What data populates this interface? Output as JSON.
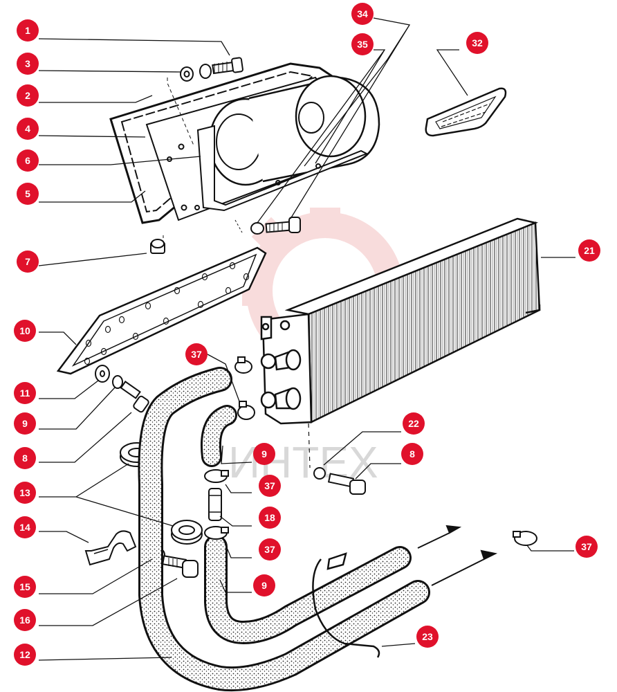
{
  "watermark": {
    "text": "ИНТЕХ",
    "color": "#d9d9d9",
    "gear_color": "#f3c8c8"
  },
  "callout_color": "#e0112b",
  "callouts": [
    {
      "id": "c1",
      "label": "1"
    },
    {
      "id": "c3",
      "label": "3"
    },
    {
      "id": "c2",
      "label": "2"
    },
    {
      "id": "c4",
      "label": "4"
    },
    {
      "id": "c6",
      "label": "6"
    },
    {
      "id": "c5",
      "label": "5"
    },
    {
      "id": "c7",
      "label": "7"
    },
    {
      "id": "c10",
      "label": "10"
    },
    {
      "id": "c11",
      "label": "11"
    },
    {
      "id": "c9a",
      "label": "9"
    },
    {
      "id": "c8a",
      "label": "8"
    },
    {
      "id": "c13",
      "label": "13"
    },
    {
      "id": "c14",
      "label": "14"
    },
    {
      "id": "c15",
      "label": "15"
    },
    {
      "id": "c16",
      "label": "16"
    },
    {
      "id": "c12",
      "label": "12"
    },
    {
      "id": "c34",
      "label": "34"
    },
    {
      "id": "c35",
      "label": "35"
    },
    {
      "id": "c32",
      "label": "32"
    },
    {
      "id": "c21",
      "label": "21"
    },
    {
      "id": "c37a",
      "label": "37"
    },
    {
      "id": "c9b",
      "label": "9"
    },
    {
      "id": "c37b",
      "label": "37"
    },
    {
      "id": "c18",
      "label": "18"
    },
    {
      "id": "c37c",
      "label": "37"
    },
    {
      "id": "c9c",
      "label": "9"
    },
    {
      "id": "c22",
      "label": "22"
    },
    {
      "id": "c8b",
      "label": "8"
    },
    {
      "id": "c37d",
      "label": "37"
    },
    {
      "id": "c23",
      "label": "23"
    }
  ]
}
